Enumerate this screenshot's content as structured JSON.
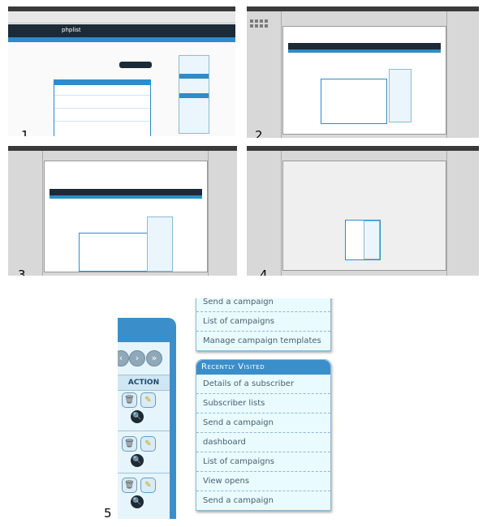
{
  "panel_numbers": [
    "1",
    "2",
    "3",
    "4",
    "5"
  ],
  "phplist_logo": "phplist",
  "campaign_menu": {
    "items": [
      "Send a campaign",
      "List of campaigns",
      "Manage campaign templates"
    ]
  },
  "recently_visited": {
    "title": "Recently Visited",
    "items": [
      "Details of a subscriber",
      "Subscriber lists",
      "Send a campaign",
      "dashboard",
      "List of campaigns",
      "View opens",
      "Send a campaign"
    ]
  },
  "table": {
    "action_header": "ACTION",
    "nav_prev": "‹",
    "nav_next": "›",
    "nav_last": "»"
  },
  "icons": {
    "trash": "🗑",
    "edit": "✎",
    "view": "🔍"
  },
  "colors": {
    "phplist_blue": "#3a8fcb",
    "phplist_dark": "#1d2b36",
    "menu_bg": "#eafbff"
  }
}
